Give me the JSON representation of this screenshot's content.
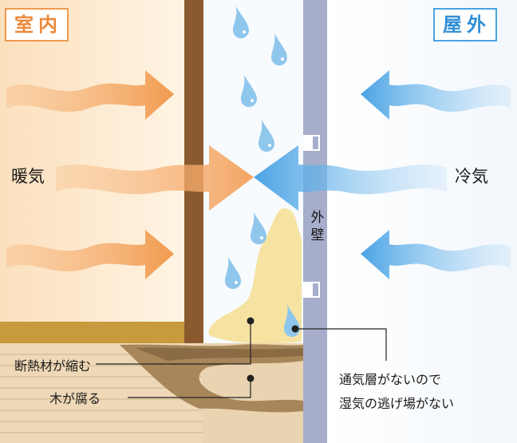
{
  "labels": {
    "indoor": "室内",
    "outdoor": "屋外",
    "warm_air": "暖気",
    "cold_air": "冷気",
    "exterior_wall": "外壁",
    "insulation_shrinks": "断熱材が縮む",
    "wood_rots": "木が腐る",
    "no_vent_line1": "通気層がないので",
    "no_vent_line2": "湿気の逃げ場がない"
  },
  "colors": {
    "indoor_accent": "#ec8a3a",
    "outdoor_accent": "#2f8fd6",
    "warm_arrow": "#f2a15c",
    "cold_arrow": "#5ab0ea",
    "wood_post": "#8a5a2e",
    "exterior_wall": "#a7aecb",
    "insulation": "#f6e3a2",
    "water_drop": "#8fc6ec"
  },
  "icons": {
    "warm_arrows": "wavy-arrow-right",
    "cold_arrows": "wavy-arrow-left",
    "drops": "water-drop-icon"
  }
}
